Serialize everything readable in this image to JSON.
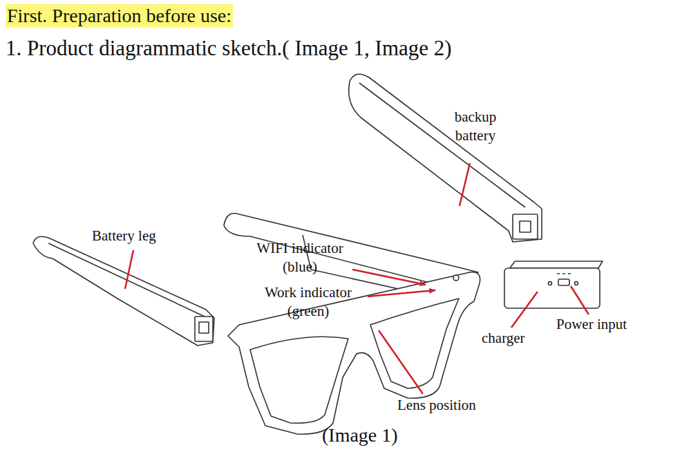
{
  "diagram": {
    "title": "First. Preparation before use:",
    "caption": "(Image 1)",
    "labels": [
      "1. Product diagrammatic sketch.( Image 1, Image 2)",
      "backup battery",
      "Battery leg",
      "WIFI indicator (blue)",
      "Work indicator (green)",
      "charger",
      "Power input",
      "Lens position"
    ]
  }
}
